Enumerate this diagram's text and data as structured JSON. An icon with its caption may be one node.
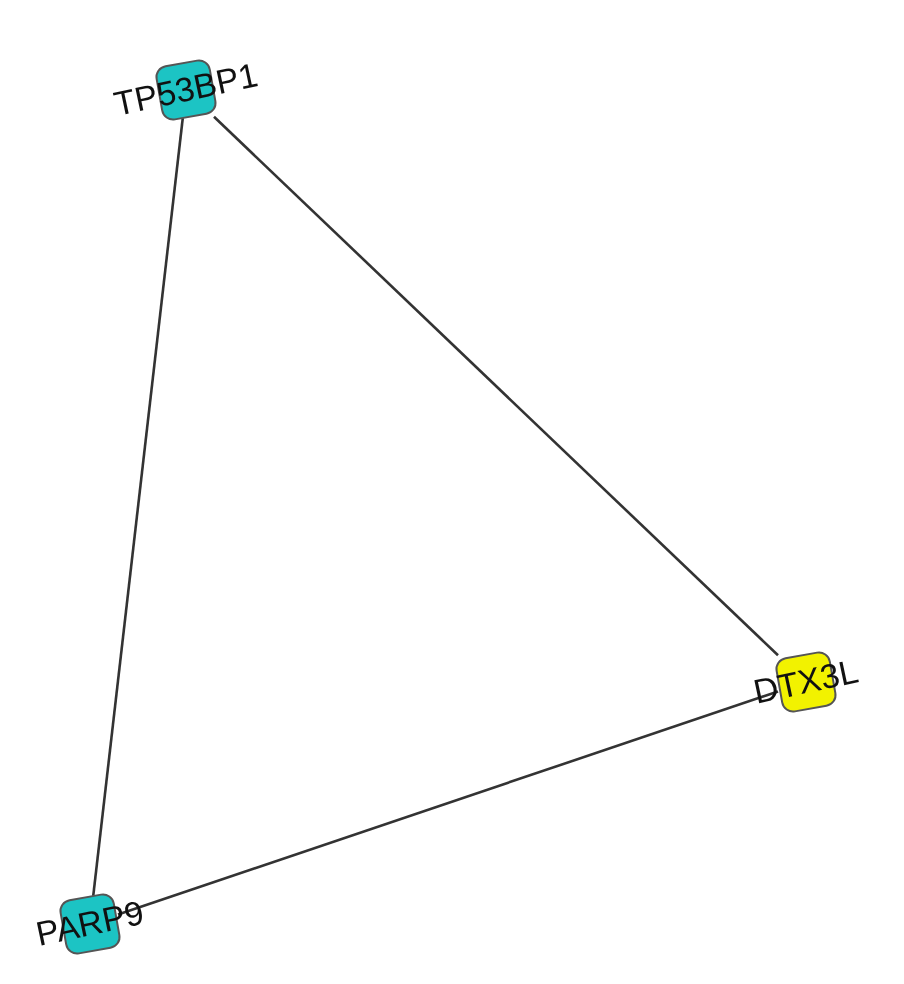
{
  "diagram": {
    "nodes": [
      {
        "text": [
          "TP53BP1"
        ]
      },
      {
        "text": [
          "DTX3L"
        ]
      },
      {
        "text": [
          "PARP9"
        ]
      }
    ],
    "edges": [
      {
        "from": 0,
        "to": 1,
        "arrow": "none"
      },
      {
        "from": 0,
        "to": 2,
        "arrow": "none"
      },
      {
        "from": 2,
        "to": 1,
        "arrow": "none"
      }
    ]
  }
}
